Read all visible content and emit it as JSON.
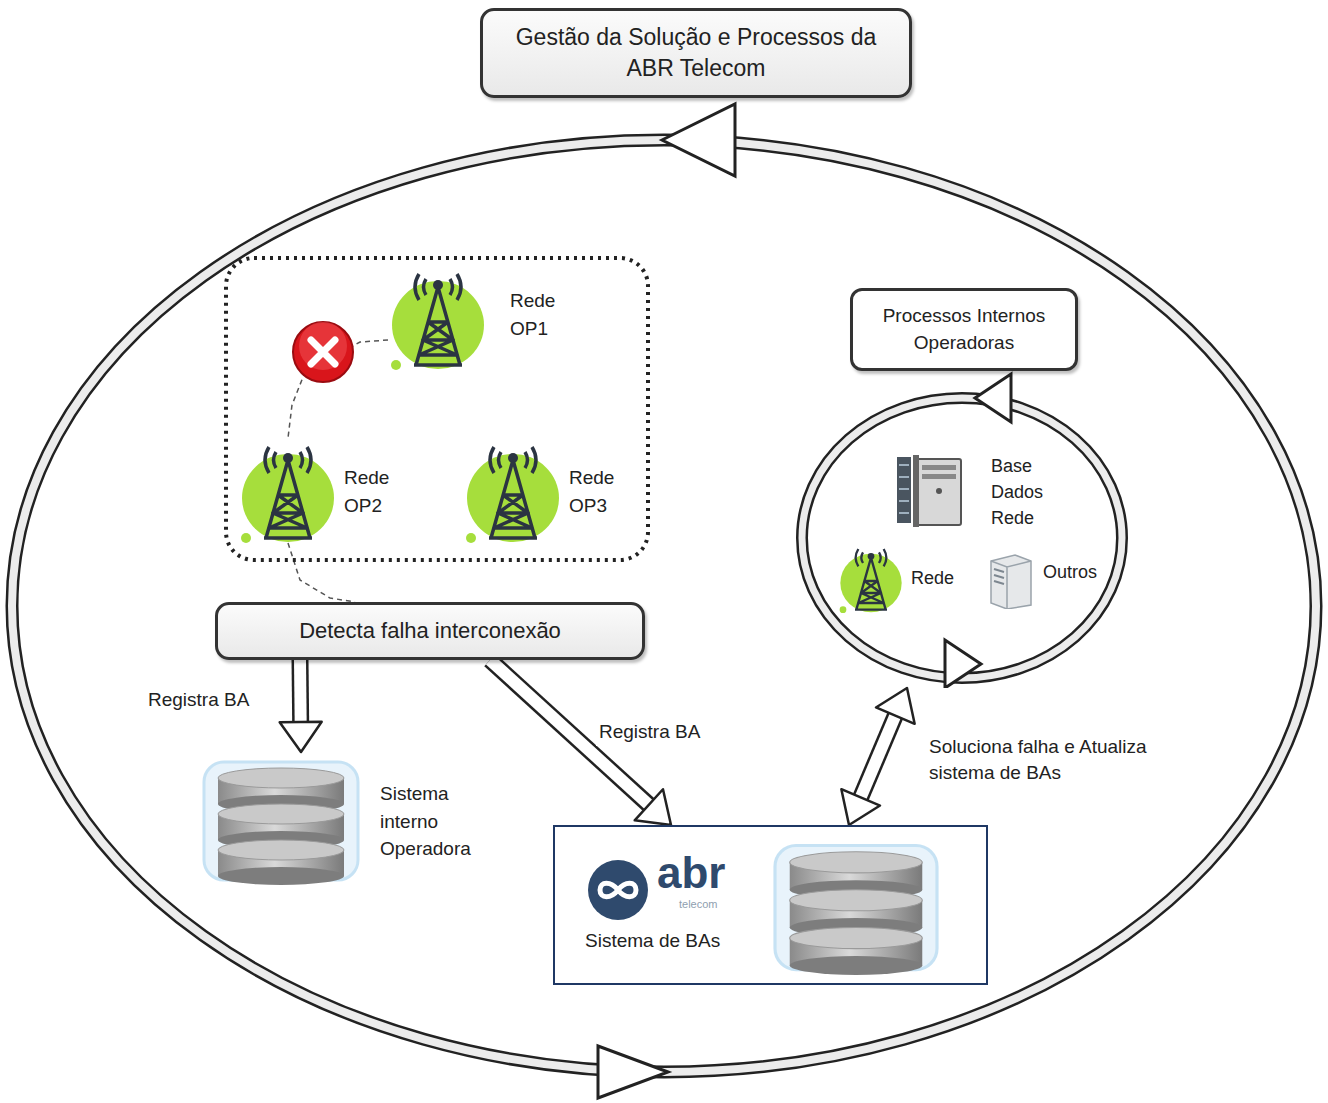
{
  "diagram": {
    "nodes": [
      {
        "text": [
          "Gestão da Solução e Processos da ABR Telecom"
        ]
      },
      {
        "text": [
          "Rede OP1"
        ]
      },
      {
        "text": [
          "Rede OP2"
        ]
      },
      {
        "text": [
          "Rede OP3"
        ]
      },
      {
        "text": [
          "Detecta falha interconexão"
        ]
      },
      {
        "text": [
          "Sistema interno Operadora"
        ]
      },
      {
        "text": [
          "abr",
          "telecom",
          "Sistema de BAs"
        ]
      },
      {
        "text": [
          "Processos Internos Operadoras"
        ]
      },
      {
        "text": [
          "Base Dados Rede"
        ],
        "in": 7
      },
      {
        "text": [
          "Rede"
        ],
        "in": 7
      },
      {
        "text": [
          "Outros"
        ],
        "in": 7
      }
    ],
    "edges": [
      {
        "from": 1,
        "to": 2,
        "arrow": "none"
      },
      {
        "from": 2,
        "to": 4,
        "arrow": "none"
      },
      {
        "from": 4,
        "to": 5,
        "label": "Registra BA",
        "arrow": "to"
      },
      {
        "from": 4,
        "to": 6,
        "label": "Registra BA",
        "arrow": "to"
      },
      {
        "from": 6,
        "to": 7,
        "label": "Soluciona falha e Atualiza sistema de BAs",
        "arrow": "both"
      }
    ]
  }
}
